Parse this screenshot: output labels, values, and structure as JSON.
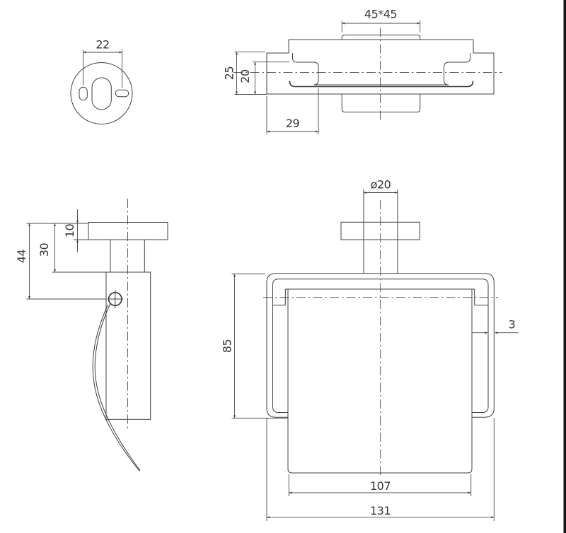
{
  "drawing": {
    "colors": {
      "line": "#404040",
      "border": "#161616"
    },
    "wall_plate": {
      "dims": {
        "slot_spacing": "22"
      }
    },
    "top_view": {
      "dims": {
        "flange_square": "45*45",
        "depth_outer": "25",
        "depth_inner": "20",
        "end_width": "29"
      }
    },
    "side_view": {
      "dims": {
        "flange_thickness": "10",
        "stem_length": "30",
        "pivot_offset": "44"
      }
    },
    "front_view": {
      "dims": {
        "post_diameter": "ø20",
        "frame_height": "85",
        "frame_thickness": "3",
        "cover_width": "107",
        "overall_width": "131"
      }
    }
  }
}
